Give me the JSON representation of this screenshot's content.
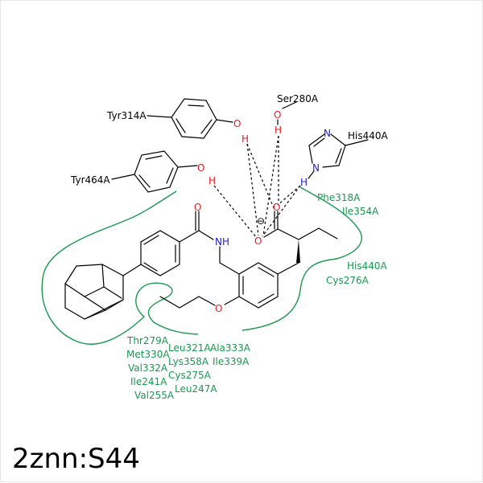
{
  "caption": "2znn:S44",
  "colors": {
    "bond": "#000000",
    "oxygen": "#e41a1c",
    "nitrogen": "#2020d0",
    "pocket": "#1a9850"
  },
  "residues": {
    "tyr314": "Tyr314A",
    "tyr464": "Tyr464A",
    "ser280": "Ser280A",
    "his440": "His440A",
    "phe318": "Phe318A",
    "ile354": "Ile354A",
    "his440b": "His440A",
    "cys276": "Cys276A",
    "thr279": "Thr279A",
    "met330": "Met330A",
    "val332": "Val332A",
    "ile241": "Ile241A",
    "val255": "Val255A",
    "leu321": "Leu321A",
    "lys358": "Lys358A",
    "cys275": "Cys275A",
    "leu247": "Leu247A",
    "ala333": "Ala333A",
    "ile339": "Ile339A"
  },
  "atoms": {
    "o_tyr314": "O",
    "h_tyr314": "H",
    "o_ser280": "O",
    "h_ser280": "H",
    "n_his_top": "N",
    "n_his_bottom": "N",
    "h_his": "H",
    "o_tyr464": "O",
    "h_tyr464": "H",
    "o_carbonyl": "O",
    "o_carboxylate_top": "O",
    "o_carboxylate_bottom": "O",
    "charge": "⊖",
    "nh": "NH",
    "o_ether": "O"
  }
}
